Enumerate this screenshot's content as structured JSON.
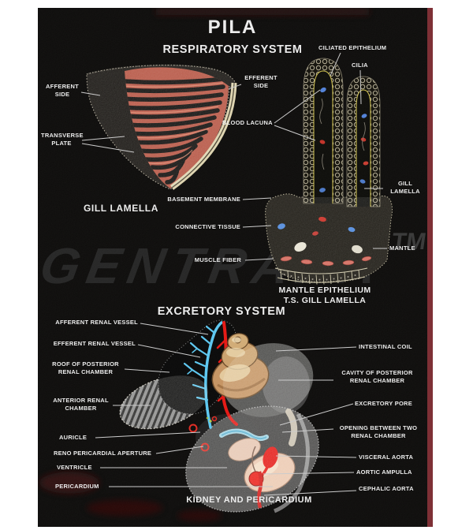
{
  "title": "PILA",
  "watermark": {
    "text": "GENTRADA",
    "tm": "TM"
  },
  "respiratory": {
    "heading": "RESPIRATORY SYSTEM",
    "vs": {
      "caption": "GILL LAMELLA",
      "afferent_side": "AFFERENT\nSIDE",
      "transverse_plate": "TRANSVERSE\nPLATE",
      "efferent_side": "EFFERENT\nSIDE"
    },
    "ts": {
      "ciliated_epithelium": "CILIATED EPITHELIUM",
      "cilia": "CILIA",
      "blood_lacuna": "BLOOD LACUNA",
      "basement_membrane": "BASEMENT MEMBRANE",
      "connective_tissue": "CONNECTIVE TISSUE",
      "muscle_fiber": "MUSCLE FIBER",
      "gill_lamella": "GILL\nLAMELLA",
      "mantle": "MANTLE",
      "caption": "MANTLE EPITHELIUM\nT.S. GILL LAMELLA"
    }
  },
  "excretory": {
    "heading": "EXCRETORY SYSTEM",
    "caption": "KIDNEY AND PERICARDIUM",
    "left": {
      "afferent_renal_vessel": "AFFERENT RENAL VESSEL",
      "efferent_renal_vessel": "EFFERENT RENAL VESSEL",
      "roof_posterior": "ROOF OF POSTERIOR\nRENAL CHAMBER",
      "anterior_renal_chamber": "ANTERIOR RENAL\nCHAMBER",
      "auricle": "AURICLE",
      "reno_pericardial_aperture": "RENO PERICARDIAL APERTURE",
      "ventricle": "VENTRICLE",
      "pericardium": "PERICARDIUM"
    },
    "right": {
      "intestinal_coil": "INTESTINAL COIL",
      "cavity_posterior": "CAVITY OF POSTERIOR\nRENAL CHAMBER",
      "excretory_pore": "EXCRETORY PORE",
      "opening_between": "OPENING BETWEEN TWO\nRENAL CHAMBER",
      "visceral_aorta": "VISCERAL AORTA",
      "aortic_ampulla": "AORTIC AMPULLA",
      "cephalic_aorta": "CEPHALIC AORTA"
    }
  },
  "colors": {
    "background": "#ffffff",
    "board": "#0b0a09",
    "border_accent": "#7e3036",
    "label_text": "#ececec",
    "lamella_red": "#b65443",
    "afferent_blue": "#5ac6f0",
    "efferent_red": "#e41410",
    "shell_tan": "#c49260"
  }
}
